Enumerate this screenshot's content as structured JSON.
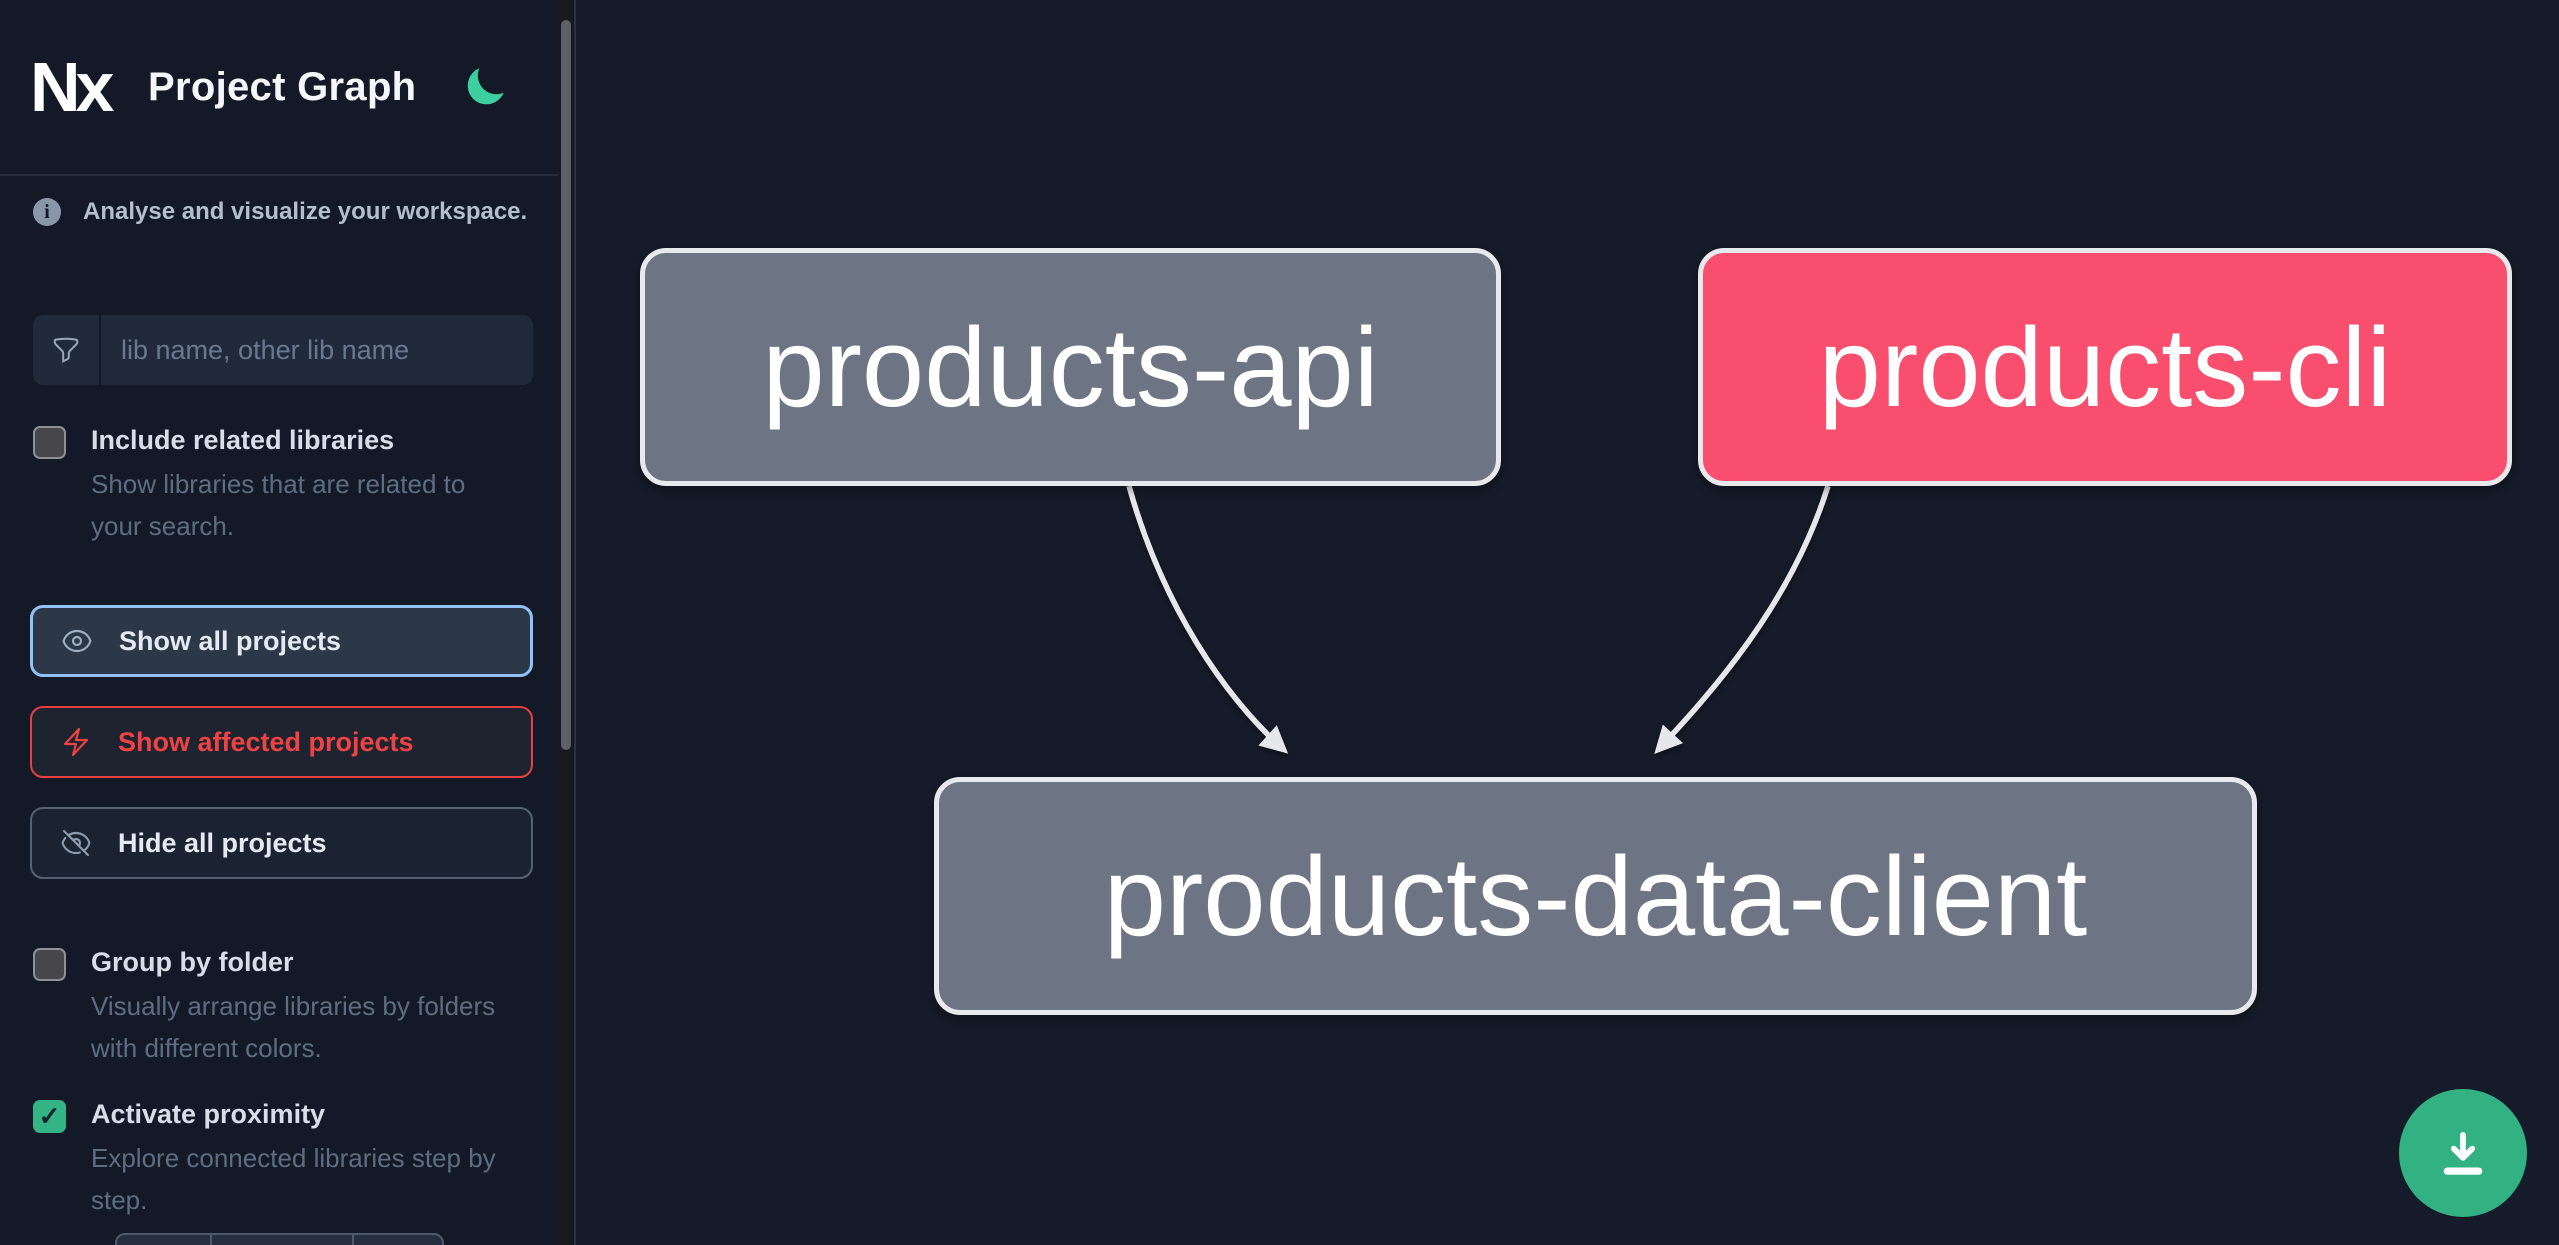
{
  "header": {
    "logo_text": "Nx",
    "title": "Project Graph",
    "theme_icon": "moon-icon"
  },
  "sidebar": {
    "tagline": "Analyse and visualize your workspace.",
    "search": {
      "icon": "filter-icon",
      "placeholder": "lib name, other lib name",
      "value": ""
    },
    "options": [
      {
        "label": "Include related libraries",
        "description": "Show libraries that are related to your search.",
        "checked": false
      },
      {
        "label": "Group by folder",
        "description": "Visually arrange libraries by folders with different colors.",
        "checked": false
      },
      {
        "label": "Activate proximity",
        "description": "Explore connected libraries step by step.",
        "checked": true
      }
    ],
    "actions": [
      {
        "label": "Show all projects",
        "icon": "eye-icon",
        "state": "selected"
      },
      {
        "label": "Show affected projects",
        "icon": "bolt-icon",
        "state": "affected"
      },
      {
        "label": "Hide all projects",
        "icon": "eye-slash-icon",
        "state": "default"
      }
    ]
  },
  "graph": {
    "nodes": [
      {
        "label": "products-api",
        "type": "normal"
      },
      {
        "label": "products-cli",
        "type": "affected"
      },
      {
        "label": "products-data-client",
        "type": "normal"
      }
    ],
    "edges": [
      {
        "source": "products-api",
        "target": "products-data-client"
      },
      {
        "source": "products-cli",
        "target": "products-data-client"
      }
    ]
  },
  "fab": {
    "icon": "download-icon"
  },
  "colors": {
    "sidebar_bg": "#131926",
    "graph_bg": "#151b28",
    "node_gray": "#6d7484",
    "node_affected": "#f94e6d",
    "node_border": "#e7e9ec",
    "edge": "#e5e7eb",
    "selected_border": "#92c2f5",
    "affected_red": "#ef4343",
    "proximity_green": "#34b384",
    "fab_green": "#32b183",
    "moon_green": "#3ecf9e"
  }
}
